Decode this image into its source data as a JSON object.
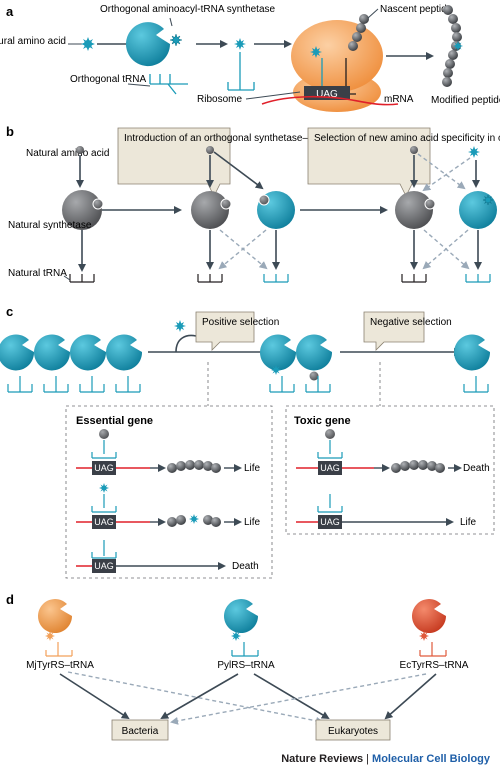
{
  "panels": {
    "a": {
      "letter": "a",
      "labels": {
        "orthogonal_synthetase": "Orthogonal aminoacyl-tRNA synthetase",
        "unnatural_aa": "Unnatural amino acid",
        "orthogonal_trna": "Orthogonal tRNA",
        "nascent_peptide": "Nascent peptide",
        "ribosome": "Ribosome",
        "uag": "UAG",
        "mrna": "mRNA",
        "modified_peptide": "Modified peptide"
      }
    },
    "b": {
      "letter": "b",
      "labels": {
        "natural_aa": "Natural amino acid",
        "natural_synthetase": "Natural synthetase",
        "natural_trna": "Natural tRNA",
        "box1": "Introduction of an orthogonal synthetase–tRNA pair",
        "box2": "Selection of new amino acid specificity in orthogonal synthetase"
      }
    },
    "c": {
      "letter": "c",
      "labels": {
        "positive": "Positive selection",
        "negative": "Negative selection",
        "essential_gene": "Essential gene",
        "toxic_gene": "Toxic gene",
        "uag": "UAG",
        "life": "Life",
        "death": "Death"
      }
    },
    "d": {
      "letter": "d",
      "labels": {
        "mj": "MjTyrRS–tRNA",
        "pyl": "PylRS–tRNA",
        "ec": "EcTyrRS–tRNA",
        "bacteria": "Bacteria",
        "eukaryotes": "Eukaryotes"
      }
    }
  },
  "footer": {
    "journal": "Nature Reviews",
    "separator": "|",
    "subtitle": "Molecular Cell Biology"
  },
  "colors": {
    "teal": "#1a9bb8",
    "gray": "#6d6e71",
    "orange": "#f2a15a",
    "red": "#e05a3c",
    "ribosome": "#f6a45e",
    "arrow": "#3d4a55",
    "dashed": "#9aa9b8",
    "box": "#ece7d9",
    "mrna": "#e0202a"
  }
}
